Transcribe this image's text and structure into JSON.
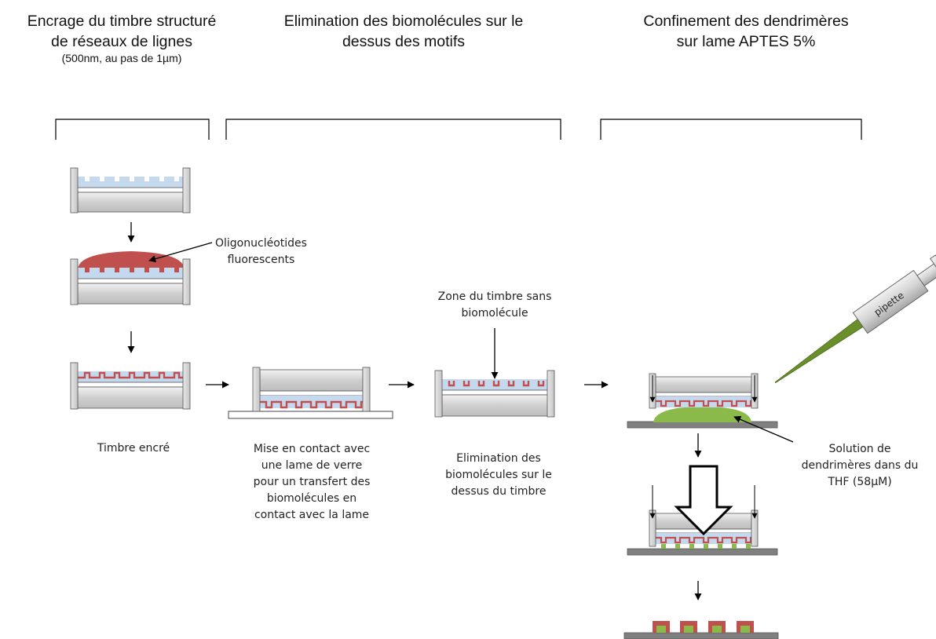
{
  "headers": {
    "step1_line1": "Encrage du timbre structuré",
    "step1_line2": "de réseaux de lignes",
    "step1_sub": "(500nm, au pas de 1µm)",
    "step2_line1": "Elimination des biomolécules sur le",
    "step2_line2": "dessus des motifs",
    "step3_line1": "Confinement des dendrimères",
    "step3_line2": "sur lame APTES 5%"
  },
  "labels": {
    "oligo_line1": "Oligonucléotides",
    "oligo_line2": "fluorescents",
    "timbre_encre": "Timbre encré",
    "contact_line1": "Mise en contact avec",
    "contact_line2": "une lame de verre",
    "contact_line3": "pour un transfert des",
    "contact_line4": "biomolécules en",
    "contact_line5": "contact avec la lame",
    "zone_line1": "Zone du timbre sans",
    "zone_line2": "biomolécule",
    "elim_line1": "Elimination des",
    "elim_line2": "biomolécules sur le",
    "elim_line3": "dessus du timbre",
    "solution_line1": "Solution de",
    "solution_line2": "dendrimères dans du",
    "solution_line3": "THF (58µM)",
    "pipette": "pipette"
  },
  "colors": {
    "pdms": "#c5d9ee",
    "oligo": "#c0504d",
    "oligo_border": "#a03a38",
    "dendrimer": "#8cba4a",
    "pipette_tip": "#6a8f2a",
    "slide_dark": "#7f7f7f",
    "frame_gray": "#d9d9d9"
  }
}
